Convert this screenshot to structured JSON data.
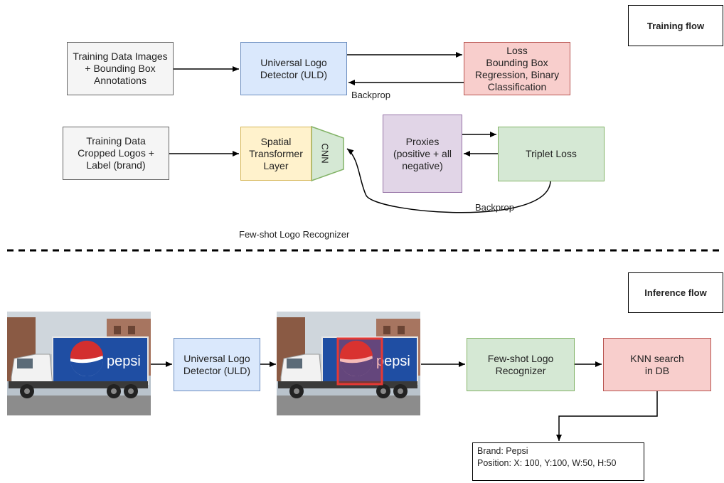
{
  "training": {
    "flow_label": "Training flow",
    "uld_row": {
      "data_box": [
        "Training Data Images",
        "+ Bounding Box",
        "Annotations"
      ],
      "uld_box": [
        "Universal Logo",
        "Detector (ULD)"
      ],
      "loss_box": [
        "Loss",
        "Bounding Box",
        "Regression, Binary",
        "Classification"
      ],
      "backprop_label": "Backprop"
    },
    "recognizer_row": {
      "data_box": [
        "Training Data",
        "Cropped Logos +",
        "Label (brand)"
      ],
      "stn_box": [
        "Spatial",
        "Transformer",
        "Layer"
      ],
      "cnn_label": "CNN",
      "proxies_box": [
        "Proxies",
        "(positive + all",
        "negative)"
      ],
      "triplet_box": "Triplet Loss",
      "backprop_label": "Backprop",
      "group_label": "Few-shot Logo Recognizer"
    }
  },
  "inference": {
    "flow_label": "Inference flow",
    "truck_brand_text": "pepsi",
    "uld_box": [
      "Universal Logo",
      "Detector (ULD)"
    ],
    "recognizer_box": [
      "Few-shot Logo",
      "Recognizer"
    ],
    "knn_box": [
      "KNN search",
      "in DB"
    ],
    "result": [
      "Brand: Pepsi",
      "Position: X: 100, Y:100, W:50, H:50"
    ]
  },
  "colors": {
    "gray_fill": "#f5f5f5",
    "blue_fill": "#dae8fc",
    "red_fill": "#f8cecc",
    "purple_fill": "#e1d5e7",
    "green_fill": "#d5e8d4",
    "yellow_fill": "#fff2cc",
    "detection_box": "#e53935"
  }
}
